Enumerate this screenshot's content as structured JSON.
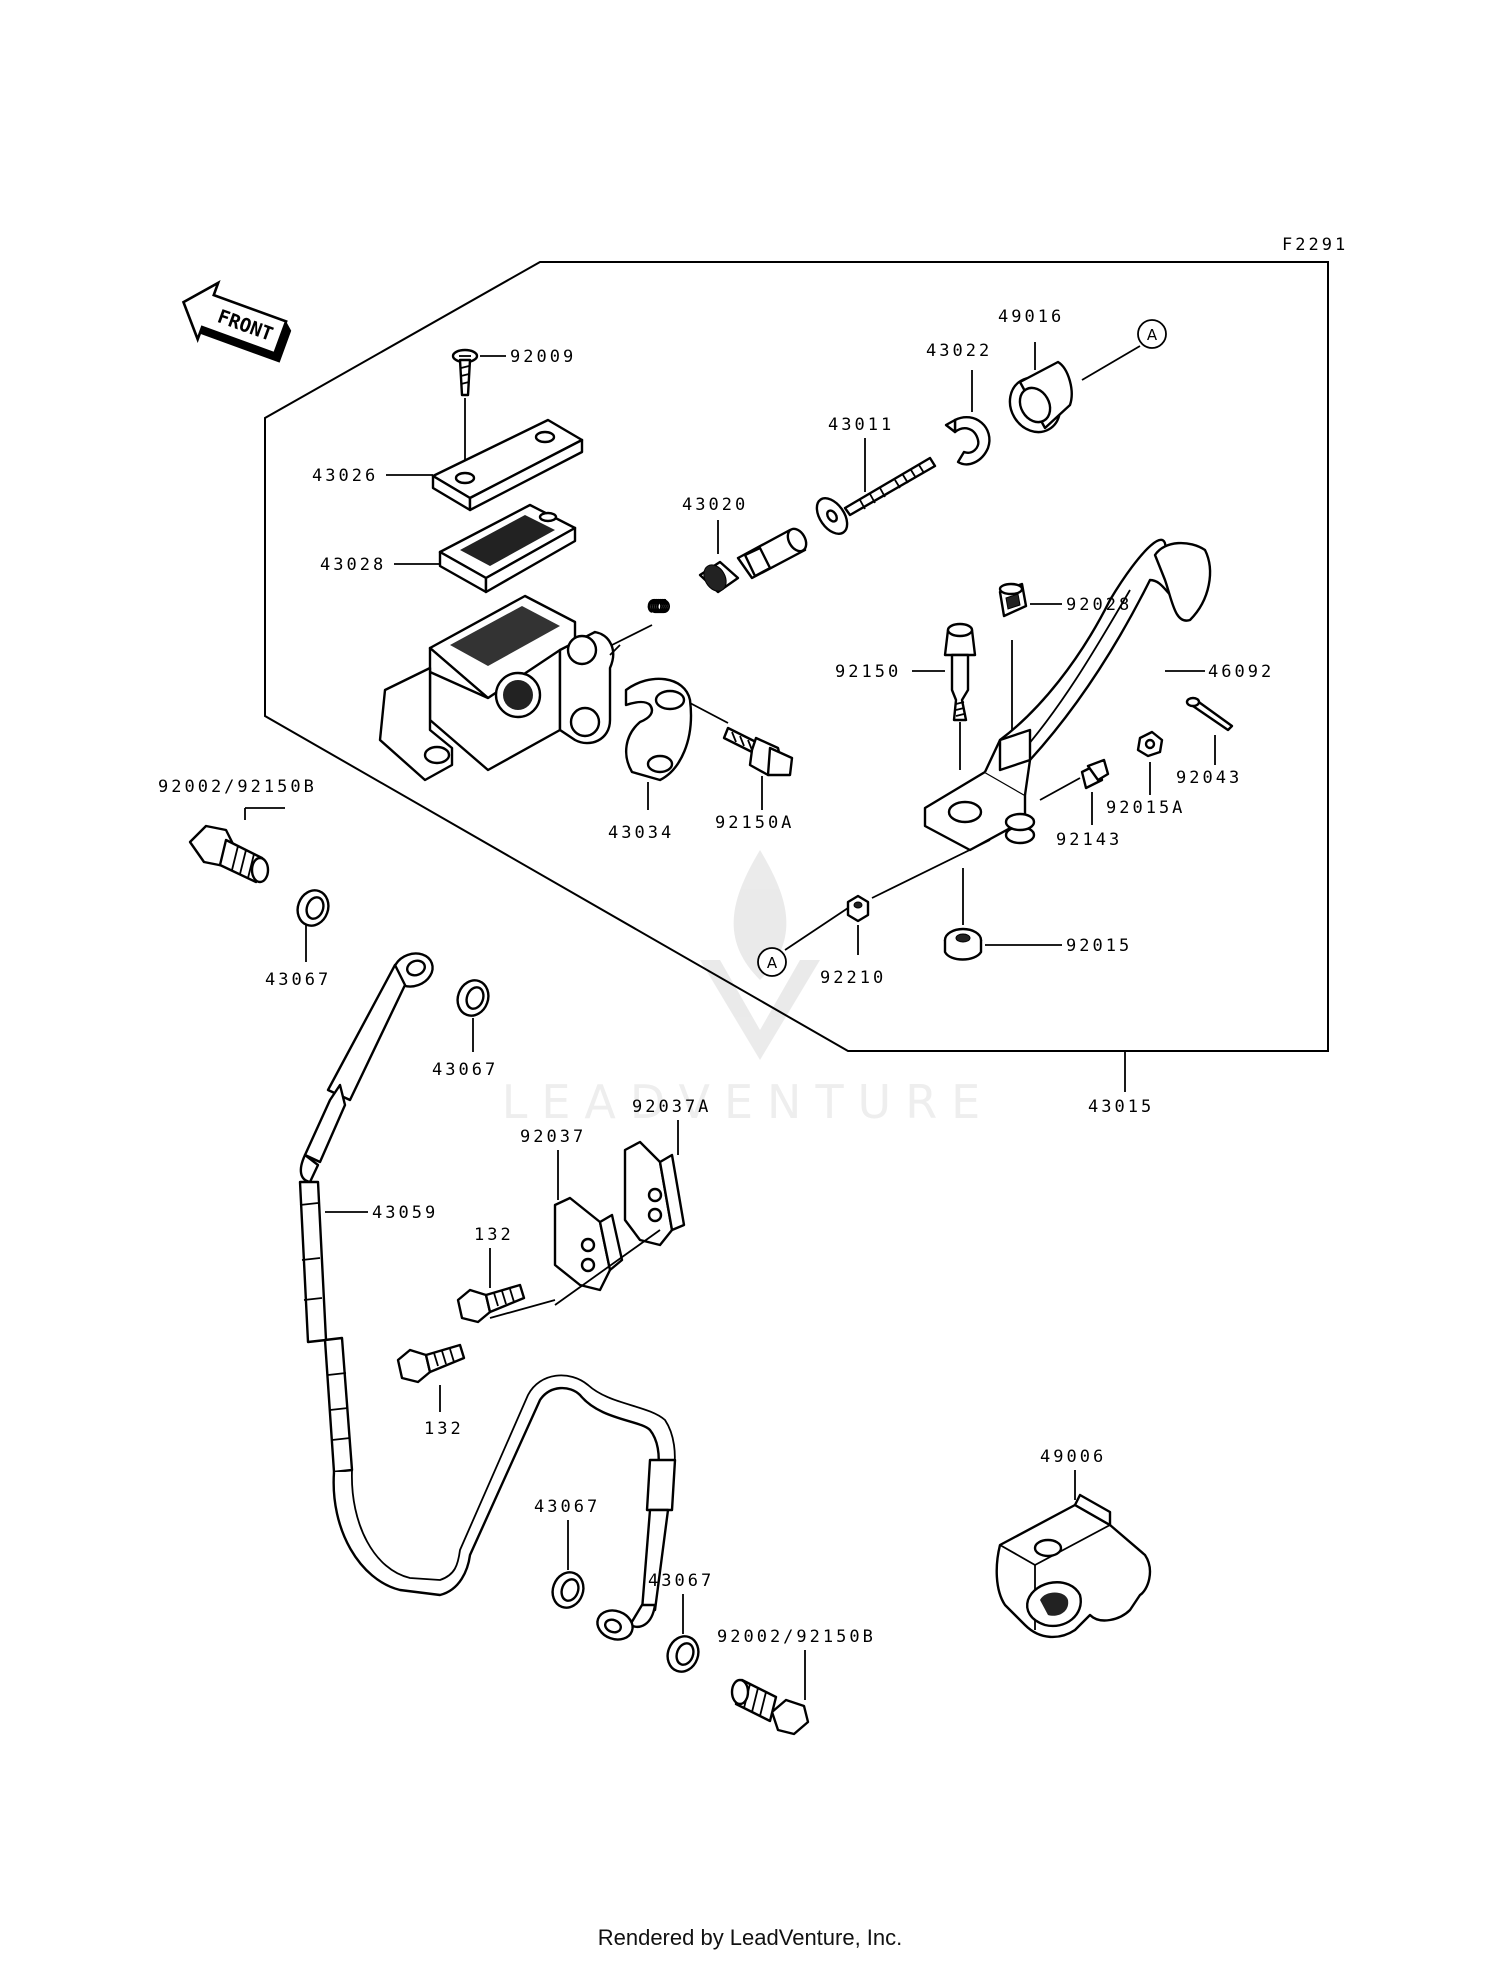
{
  "figure_code": "F2291",
  "front_label": "FRONT",
  "ref_marker": "A",
  "watermark": "LEADVENTURE",
  "footer": "Rendered by LeadVenture, Inc.",
  "labels": {
    "p92009": "92009",
    "p43026": "43026",
    "p43028": "43028",
    "p43020": "43020",
    "p43011": "43011",
    "p43022": "43022",
    "p49016": "49016",
    "p92028": "92028",
    "p92150": "92150",
    "p46092": "46092",
    "p92043": "92043",
    "p92015A": "92015A",
    "p92143": "92143",
    "p43034": "43034",
    "p92150A": "92150A",
    "p92015": "92015",
    "p92210": "92210",
    "p43015": "43015",
    "p92002_top": "92002/92150B",
    "p43067_a": "43067",
    "p43067_b": "43067",
    "p43067_c": "43067",
    "p43067_d": "43067",
    "p43059": "43059",
    "p92037A": "92037A",
    "p92037": "92037",
    "p132_a": "132",
    "p132_b": "132",
    "p92002_bottom": "92002/92150B",
    "p49006": "49006"
  }
}
